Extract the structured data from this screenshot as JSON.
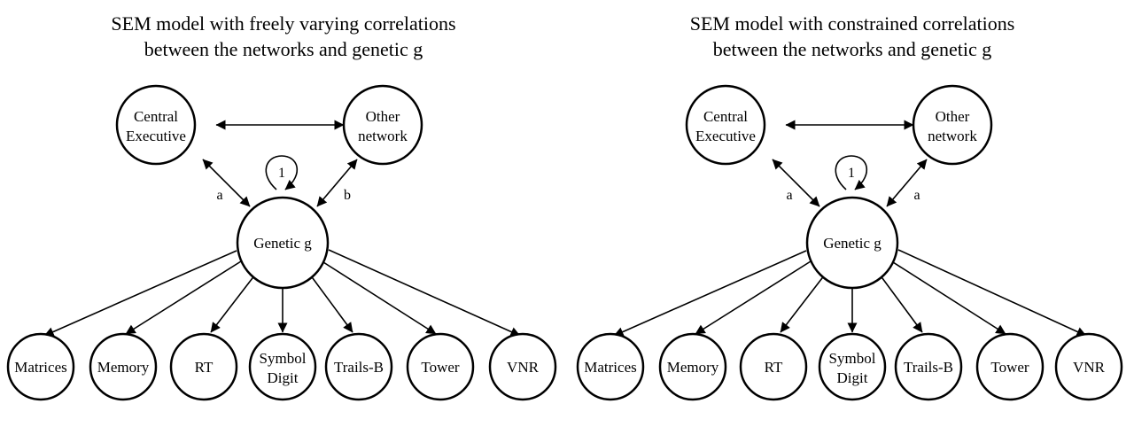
{
  "panels": [
    {
      "title_lines": [
        "SEM model with freely varying correlations",
        "between the networks and genetic g"
      ],
      "top_nodes": {
        "central": [
          "Central",
          "Executive"
        ],
        "other": [
          "Other",
          "network"
        ]
      },
      "center_node": "Genetic g",
      "self_loop_label": "1",
      "left_path_label": "a",
      "right_path_label": "b",
      "indicators": [
        [
          "Matrices"
        ],
        [
          "Memory"
        ],
        [
          "RT"
        ],
        [
          "Symbol",
          "Digit"
        ],
        [
          "Trails-B"
        ],
        [
          "Tower"
        ],
        [
          "VNR"
        ]
      ]
    },
    {
      "title_lines": [
        "SEM model with constrained correlations",
        "between the networks and genetic g"
      ],
      "top_nodes": {
        "central": [
          "Central",
          "Executive"
        ],
        "other": [
          "Other",
          "network"
        ]
      },
      "center_node": "Genetic g",
      "self_loop_label": "1",
      "left_path_label": "a",
      "right_path_label": "a",
      "indicators": [
        [
          "Matrices"
        ],
        [
          "Memory"
        ],
        [
          "RT"
        ],
        [
          "Symbol",
          "Digit"
        ],
        [
          "Trails-B"
        ],
        [
          "Tower"
        ],
        [
          "VNR"
        ]
      ]
    }
  ]
}
